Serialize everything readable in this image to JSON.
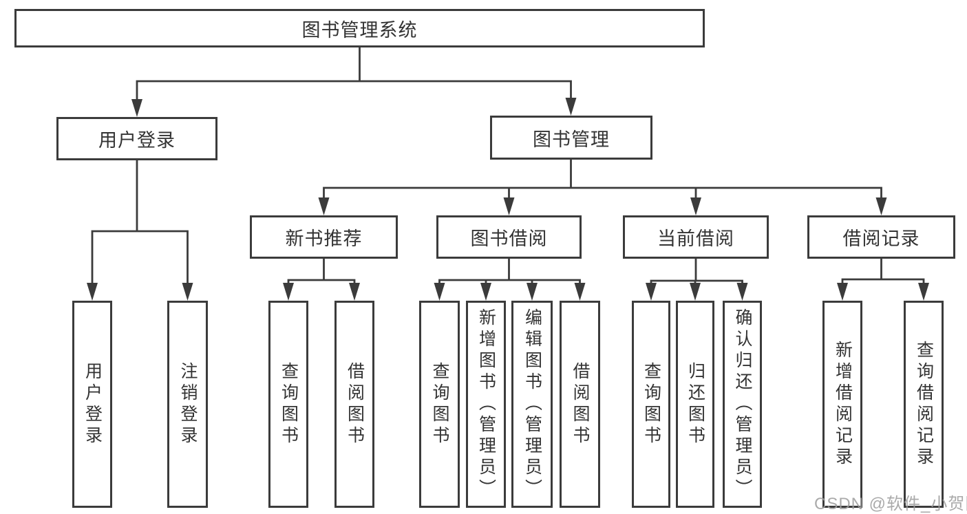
{
  "diagram": {
    "type": "hierarchy-tree",
    "line_color": "#3b3b3b",
    "box_fill": "#ffffff",
    "text_color": "#333333",
    "root": {
      "label": "图书管理系统",
      "children": [
        {
          "label": "用户登录",
          "children": [
            {
              "label": "用户登录"
            },
            {
              "label": "注销登录"
            }
          ]
        },
        {
          "label": "图书管理",
          "children": [
            {
              "label": "新书推荐",
              "children": [
                {
                  "label": "查询图书"
                },
                {
                  "label": "借阅图书"
                }
              ]
            },
            {
              "label": "图书借阅",
              "children": [
                {
                  "label": "查询图书"
                },
                {
                  "label": "新增图书（管理员）"
                },
                {
                  "label": "编辑图书（管理员）"
                },
                {
                  "label": "借阅图书"
                }
              ]
            },
            {
              "label": "当前借阅",
              "children": [
                {
                  "label": "查询图书"
                },
                {
                  "label": "归还图书"
                },
                {
                  "label": "确认归还（管理员）"
                }
              ]
            },
            {
              "label": "借阅记录",
              "children": [
                {
                  "label": "新增借阅记录"
                },
                {
                  "label": "查询借阅记录"
                }
              ]
            }
          ]
        }
      ]
    },
    "watermark": "CSDN @软件_小贺同学"
  }
}
